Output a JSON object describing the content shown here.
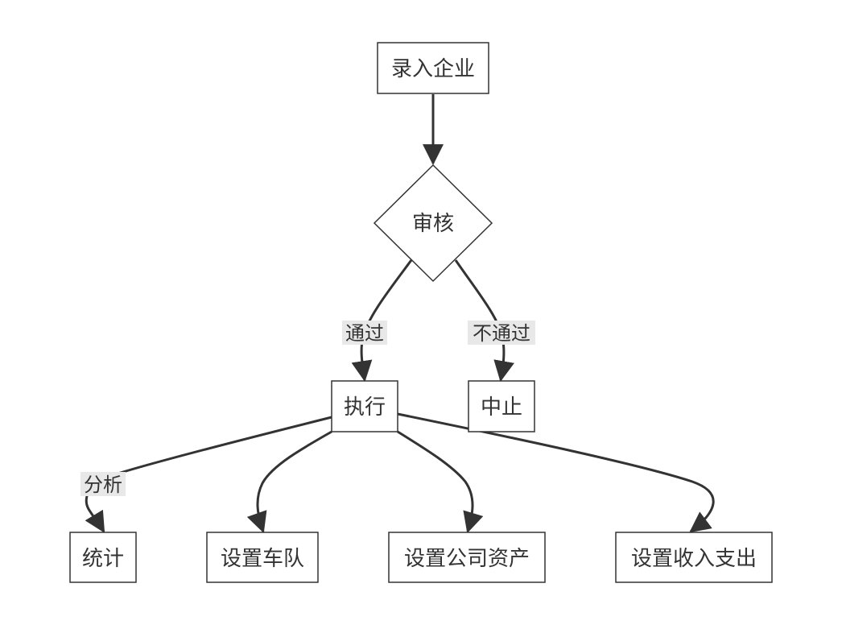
{
  "diagram": {
    "type": "flowchart",
    "colors": {
      "line": "#333333",
      "node_fill": "#ffffff",
      "node_border": "#333333",
      "label_background": "#e8e8e8",
      "text": "#333333"
    },
    "nodes": {
      "enter_company": "录入企业",
      "review": "审核",
      "execute": "执行",
      "terminate": "中止",
      "statistics": "统计",
      "set_fleet": "设置车队",
      "set_company_assets": "设置公司资产",
      "set_income_expense": "设置收入支出"
    },
    "edges": [
      {
        "from": "enter_company",
        "to": "review",
        "label": ""
      },
      {
        "from": "review",
        "to": "execute",
        "label": "通过"
      },
      {
        "from": "review",
        "to": "terminate",
        "label": "不通过"
      },
      {
        "from": "execute",
        "to": "statistics",
        "label": "分析"
      },
      {
        "from": "execute",
        "to": "set_fleet",
        "label": ""
      },
      {
        "from": "execute",
        "to": "set_company_assets",
        "label": ""
      },
      {
        "from": "execute",
        "to": "set_income_expense",
        "label": ""
      }
    ]
  }
}
